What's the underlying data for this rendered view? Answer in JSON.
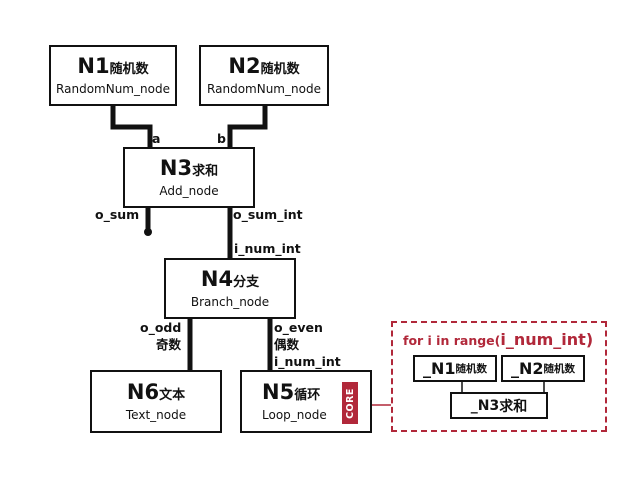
{
  "nodes": {
    "n1": {
      "title": "N1",
      "cn": "随机数",
      "sub": "RandomNum_node"
    },
    "n2": {
      "title": "N2",
      "cn": "随机数",
      "sub": "RandomNum_node"
    },
    "n3": {
      "title": "N3",
      "cn": "求和",
      "sub": "Add_node"
    },
    "n4": {
      "title": "N4",
      "cn": "分支",
      "sub": "Branch_node"
    },
    "n5": {
      "title": "N5",
      "cn": "循环",
      "sub": "Loop_node"
    },
    "n6": {
      "title": "N6",
      "cn": "文本",
      "sub": "Text_node"
    }
  },
  "ports": {
    "a": "a",
    "b": "b",
    "o_sum": "o_sum",
    "o_sum_int": "o_sum_int",
    "i_num_int": "i_num_int",
    "o_odd": "o_odd",
    "odd_cn": "奇数",
    "o_even": "o_even",
    "even_cn": "偶数",
    "i_num_int_n5": "i_num_int"
  },
  "core_badge": "CORE",
  "loop": {
    "prefix": "for i in range(",
    "arg": "i_num_int",
    "suffix": ")",
    "mini_n1": {
      "title": "_N1",
      "cn": "随机数"
    },
    "mini_n2": {
      "title": "_N2",
      "cn": "随机数"
    },
    "mini_n3": {
      "title": "_N3",
      "cn": "求和"
    }
  },
  "colors": {
    "line": "#111111",
    "accent": "#b1283a"
  }
}
